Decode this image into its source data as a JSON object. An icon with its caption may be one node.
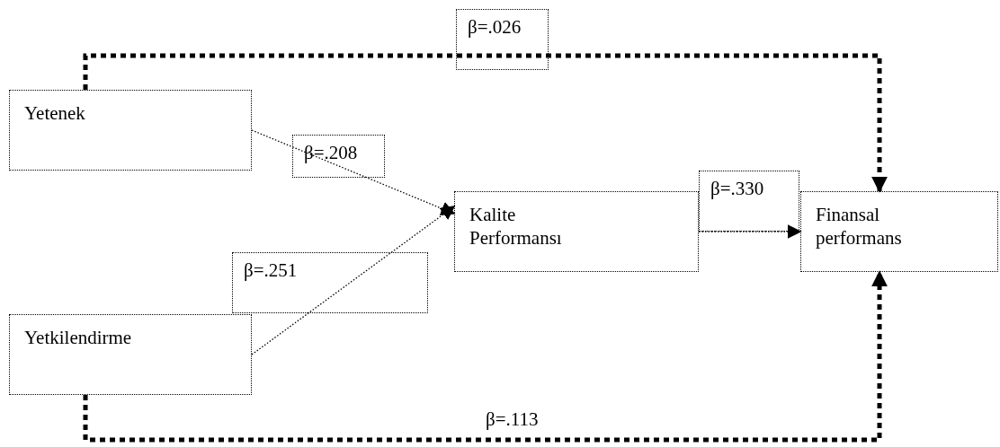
{
  "diagram": {
    "nodes": [
      {
        "text": [
          "Yetenek"
        ]
      },
      {
        "text": [
          "Yetkilendirme"
        ]
      },
      {
        "text": [
          "Kalite Performansı"
        ]
      },
      {
        "text": [
          "Finansal performans"
        ]
      }
    ],
    "edges": [
      {
        "from": 0,
        "to": 3,
        "arrow": "to",
        "label": "β=.026",
        "style": "dashed"
      },
      {
        "from": 0,
        "to": 2,
        "arrow": "to",
        "label": "β=.208"
      },
      {
        "from": 1,
        "to": 2,
        "arrow": "to",
        "label": "β=.251"
      },
      {
        "from": 2,
        "to": 3,
        "arrow": "to",
        "label": "β=.330"
      },
      {
        "from": 1,
        "to": 3,
        "arrow": "to",
        "label": "β=.113",
        "style": "dashed"
      }
    ]
  }
}
